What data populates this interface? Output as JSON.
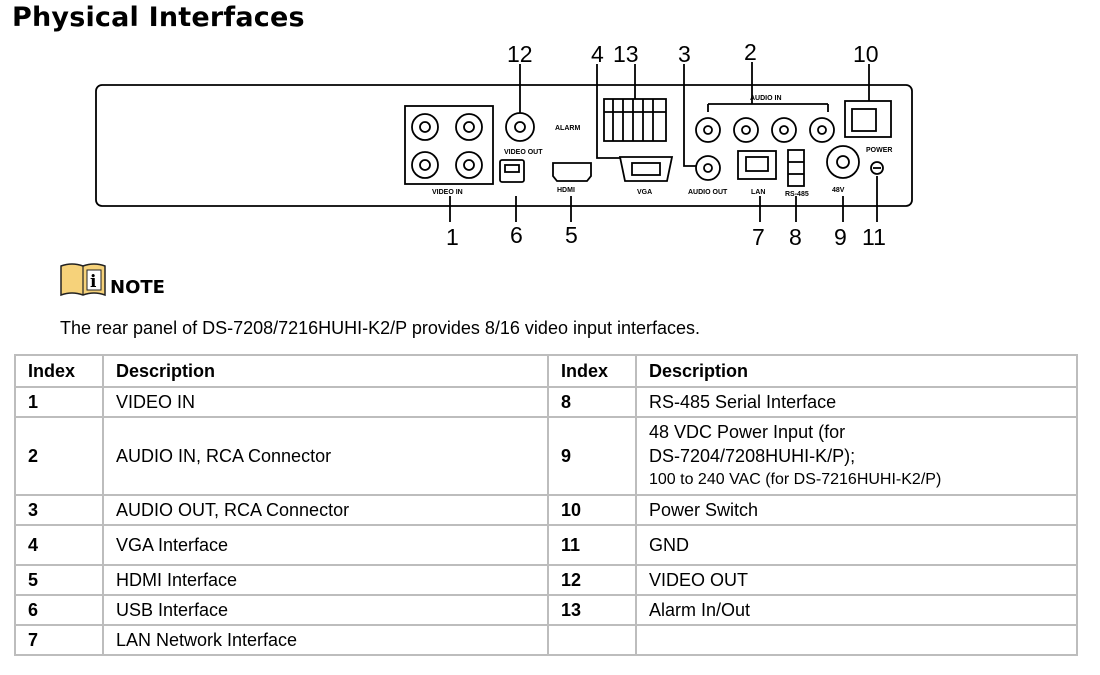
{
  "title": "Physical Interfaces",
  "note": {
    "label": "NOTE",
    "icon": "info-book-icon",
    "text": "The rear panel of DS-7208/7216HUHI-K2/P provides 8/16 video input interfaces."
  },
  "diagram": {
    "callouts": [
      "1",
      "2",
      "3",
      "4",
      "5",
      "6",
      "7",
      "8",
      "9",
      "10",
      "11",
      "12",
      "13"
    ],
    "panel_labels": {
      "video_in": "VIDEO IN",
      "video_out": "VIDEO OUT",
      "alarm": "ALARM",
      "vga": "VGA",
      "hdmi": "HDMI",
      "audio_in": "AUDIO IN",
      "audio_out": "AUDIO OUT",
      "lan": "LAN",
      "rs485": "RS-485",
      "power_v": "48V",
      "power": "POWER"
    }
  },
  "table": {
    "headers": [
      "Index",
      "Description",
      "Index",
      "Description"
    ],
    "rows": [
      {
        "i1": "1",
        "d1": "VIDEO IN",
        "i2": "8",
        "d2": "RS-485 Serial Interface"
      },
      {
        "i1": "2",
        "d1": "AUDIO IN, RCA Connector",
        "i2": "9",
        "d2a": "48 VDC Power Input (for",
        "d2b": "DS-7204/7208HUHI-K/P);",
        "d2c": "100 to 240 VAC (for DS-7216HUHI-K2/P)"
      },
      {
        "i1": "3",
        "d1": "AUDIO OUT, RCA Connector",
        "i2": "10",
        "d2": "Power Switch"
      },
      {
        "i1": "4",
        "d1": "VGA Interface",
        "i2": "11",
        "d2": "GND"
      },
      {
        "i1": "5",
        "d1": "HDMI Interface",
        "i2": "12",
        "d2": "VIDEO OUT"
      },
      {
        "i1": "6",
        "d1": "USB Interface",
        "i2": "13",
        "d2": "Alarm In/Out"
      },
      {
        "i1": "7",
        "d1": "LAN Network Interface",
        "i2": "",
        "d2": ""
      }
    ]
  }
}
